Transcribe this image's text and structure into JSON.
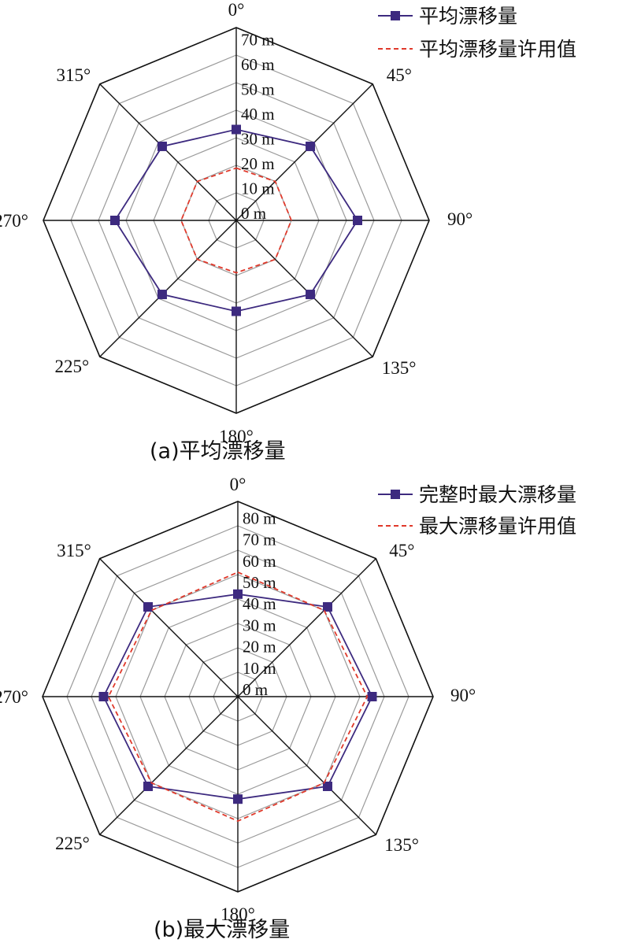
{
  "chart_data": [
    {
      "type": "radar",
      "caption": "(a)平均漂移量",
      "angle_labels": [
        "0°",
        "45°",
        "90°",
        "135°",
        "180°",
        "225°",
        "270°",
        "315°"
      ],
      "radial_ticks": [
        "0 m",
        "10 m",
        "20 m",
        "30 m",
        "40 m",
        "50 m",
        "60 m",
        "70 m"
      ],
      "rmax": 70,
      "grid": true,
      "legend_position": "top-right",
      "series": [
        {
          "name": "平均漂移量",
          "values": [
            33,
            38,
            44,
            38,
            33,
            38,
            44,
            38
          ],
          "color": "#3d2a7f",
          "style": "solid",
          "marker": "square"
        },
        {
          "name": "平均漂移量许用值",
          "values": [
            19,
            20,
            20,
            20,
            19,
            20,
            20,
            20
          ],
          "color": "#e0392b",
          "style": "dashed",
          "marker": "none"
        }
      ]
    },
    {
      "type": "radar",
      "caption": "(b)最大漂移量",
      "angle_labels": [
        "0°",
        "45°",
        "90°",
        "135°",
        "180°",
        "225°",
        "270°",
        "315°"
      ],
      "radial_ticks": [
        "0 m",
        "10 m",
        "20 m",
        "30 m",
        "40 m",
        "50 m",
        "60 m",
        "70 m",
        "80 m"
      ],
      "rmax": 80,
      "grid": true,
      "legend_position": "top-right",
      "series": [
        {
          "name": "完整时最大漂移量",
          "values": [
            42,
            52,
            55,
            52,
            42,
            52,
            55,
            52
          ],
          "color": "#3d2a7f",
          "style": "solid",
          "marker": "square"
        },
        {
          "name": "最大漂移量许用值",
          "values": [
            51,
            50,
            53,
            50,
            51,
            50,
            53,
            50
          ],
          "color": "#e0392b",
          "style": "dashed",
          "marker": "none"
        }
      ]
    }
  ]
}
